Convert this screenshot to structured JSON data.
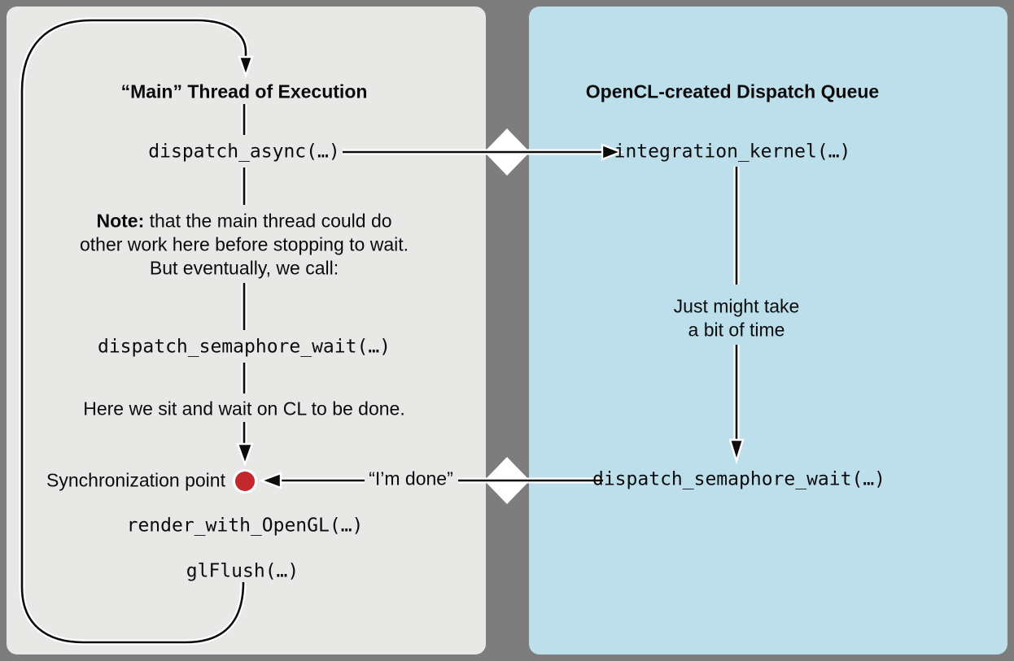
{
  "colors": {
    "background": "#7d7d7d",
    "left_panel": "#e8e8e7",
    "right_panel": "#bddfeb",
    "line": "#0c0c0c",
    "text": "#0b0b0b",
    "diamond": "#ffffff",
    "sync_dot": "#c2282d"
  },
  "left_panel": {
    "title": "“Main” Thread of Execution",
    "dispatch_async": "dispatch_async(…)",
    "note": {
      "bold": "Note:",
      "line1_rest": " that the main thread could do",
      "line2": "other work here before stopping to wait.",
      "line3": "But eventually, we call:"
    },
    "dispatch_semaphore_wait": "dispatch_semaphore_wait(…)",
    "wait_caption": "Here we sit and wait on CL to be done.",
    "sync_label": "Synchronization point",
    "im_done": "“I’m done”",
    "render_with_opengl": "render_with_OpenGL(…)",
    "gl_flush": "glFlush(…)"
  },
  "right_panel": {
    "title": "OpenCL-created Dispatch Queue",
    "integration_kernel": "integration_kernel(…)",
    "time_caption_line1": "Just might take",
    "time_caption_line2": "a bit of time",
    "dispatch_semaphore_wait": "dispatch_semaphore_wait(…)"
  }
}
